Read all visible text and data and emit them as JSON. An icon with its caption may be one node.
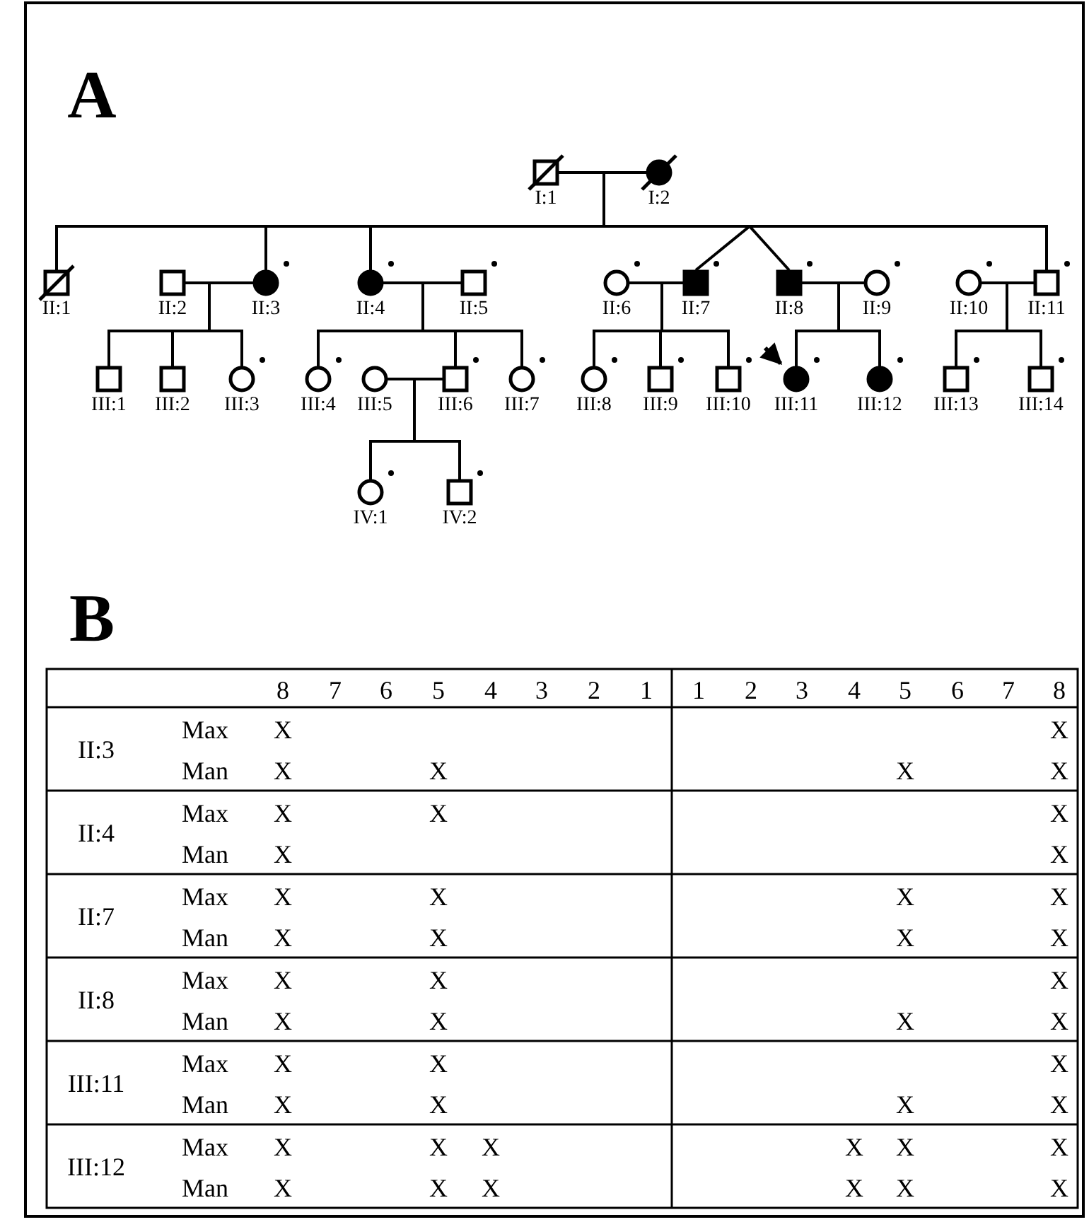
{
  "diagram": {
    "nodes": [
      {
        "text": [
          "I:1"
        ]
      },
      {
        "text": [
          "I:2"
        ]
      },
      {
        "text": [
          "II:1"
        ]
      },
      {
        "text": [
          "II:2"
        ]
      },
      {
        "text": [
          "II:3"
        ]
      },
      {
        "text": [
          "II:4"
        ]
      },
      {
        "text": [
          "II:5"
        ]
      },
      {
        "text": [
          "II:6"
        ]
      },
      {
        "text": [
          "II:7"
        ]
      },
      {
        "text": [
          "II:8"
        ]
      },
      {
        "text": [
          "II:9"
        ]
      },
      {
        "text": [
          "II:10"
        ]
      },
      {
        "text": [
          "II:11"
        ]
      },
      {
        "text": [
          "III:1"
        ]
      },
      {
        "text": [
          "III:2"
        ]
      },
      {
        "text": [
          "III:3"
        ]
      },
      {
        "text": [
          "III:4"
        ]
      },
      {
        "text": [
          "III:5"
        ]
      },
      {
        "text": [
          "III:6"
        ]
      },
      {
        "text": [
          "III:7"
        ]
      },
      {
        "text": [
          "III:8"
        ]
      },
      {
        "text": [
          "III:9"
        ]
      },
      {
        "text": [
          "III:10"
        ]
      },
      {
        "text": [
          "III:11"
        ]
      },
      {
        "text": [
          "III:12"
        ]
      },
      {
        "text": [
          "III:13"
        ]
      },
      {
        "text": [
          "III:14"
        ]
      },
      {
        "text": [
          "IV:1"
        ]
      },
      {
        "text": [
          "IV:2"
        ]
      }
    ],
    "edges": [
      {
        "from": 0,
        "to": 1,
        "arrow": "none"
      },
      {
        "from": 0,
        "to": 2,
        "arrow": "none"
      },
      {
        "from": 1,
        "to": 2,
        "arrow": "none"
      },
      {
        "from": 0,
        "to": 4,
        "arrow": "none"
      },
      {
        "from": 1,
        "to": 4,
        "arrow": "none"
      },
      {
        "from": 0,
        "to": 5,
        "arrow": "none"
      },
      {
        "from": 1,
        "to": 5,
        "arrow": "none"
      },
      {
        "from": 0,
        "to": 8,
        "arrow": "none"
      },
      {
        "from": 1,
        "to": 8,
        "arrow": "none"
      },
      {
        "from": 0,
        "to": 9,
        "arrow": "none"
      },
      {
        "from": 1,
        "to": 9,
        "arrow": "none"
      },
      {
        "from": 0,
        "to": 12,
        "arrow": "none"
      },
      {
        "from": 1,
        "to": 12,
        "arrow": "none"
      },
      {
        "from": 3,
        "to": 4,
        "arrow": "none"
      },
      {
        "from": 3,
        "to": 13,
        "arrow": "none"
      },
      {
        "from": 4,
        "to": 13,
        "arrow": "none"
      },
      {
        "from": 3,
        "to": 14,
        "arrow": "none"
      },
      {
        "from": 4,
        "to": 14,
        "arrow": "none"
      },
      {
        "from": 3,
        "to": 15,
        "arrow": "none"
      },
      {
        "from": 4,
        "to": 15,
        "arrow": "none"
      },
      {
        "from": 5,
        "to": 6,
        "arrow": "none"
      },
      {
        "from": 5,
        "to": 16,
        "arrow": "none"
      },
      {
        "from": 6,
        "to": 16,
        "arrow": "none"
      },
      {
        "from": 5,
        "to": 18,
        "arrow": "none"
      },
      {
        "from": 6,
        "to": 18,
        "arrow": "none"
      },
      {
        "from": 5,
        "to": 19,
        "arrow": "none"
      },
      {
        "from": 6,
        "to": 19,
        "arrow": "none"
      },
      {
        "from": 7,
        "to": 8,
        "arrow": "none"
      },
      {
        "from": 7,
        "to": 20,
        "arrow": "none"
      },
      {
        "from": 8,
        "to": 20,
        "arrow": "none"
      },
      {
        "from": 7,
        "to": 21,
        "arrow": "none"
      },
      {
        "from": 8,
        "to": 21,
        "arrow": "none"
      },
      {
        "from": 7,
        "to": 22,
        "arrow": "none"
      },
      {
        "from": 8,
        "to": 22,
        "arrow": "none"
      },
      {
        "from": 9,
        "to": 10,
        "arrow": "none"
      },
      {
        "from": 9,
        "to": 23,
        "arrow": "none"
      },
      {
        "from": 10,
        "to": 23,
        "arrow": "none"
      },
      {
        "from": 9,
        "to": 24,
        "arrow": "none"
      },
      {
        "from": 10,
        "to": 24,
        "arrow": "none"
      },
      {
        "from": 11,
        "to": 12,
        "arrow": "none"
      },
      {
        "from": 11,
        "to": 25,
        "arrow": "none"
      },
      {
        "from": 12,
        "to": 25,
        "arrow": "none"
      },
      {
        "from": 11,
        "to": 26,
        "arrow": "none"
      },
      {
        "from": 12,
        "to": 26,
        "arrow": "none"
      },
      {
        "from": 17,
        "to": 18,
        "arrow": "none"
      },
      {
        "from": 17,
        "to": 27,
        "arrow": "none"
      },
      {
        "from": 18,
        "to": 27,
        "arrow": "none"
      },
      {
        "from": 17,
        "to": 28,
        "arrow": "none"
      },
      {
        "from": 18,
        "to": 28,
        "arrow": "none"
      },
      {
        "from": null,
        "to": 23,
        "arrow": "to"
      }
    ],
    "labels": [
      "A",
      "B",
      "8",
      "7",
      "6",
      "5",
      "4",
      "3",
      "2",
      "1",
      "1",
      "2",
      "3",
      "4",
      "5",
      "6",
      "7",
      "8",
      "II:3",
      "Max",
      "X",
      "X",
      "Man",
      "X",
      "X",
      "X",
      "X",
      "II:4",
      "Max",
      "X",
      "X",
      "X",
      "Man",
      "X",
      "X",
      "II:7",
      "Max",
      "X",
      "X",
      "X",
      "X",
      "Man",
      "X",
      "X",
      "X",
      "X",
      "II:8",
      "Max",
      "X",
      "X",
      "X",
      "Man",
      "X",
      "X",
      "X",
      "X",
      "III:11",
      "Max",
      "X",
      "X",
      "X",
      "Man",
      "X",
      "X",
      "X",
      "X",
      "III:12",
      "Max",
      "X",
      "X",
      "X",
      "X",
      "X",
      "X",
      "Man",
      "X",
      "X",
      "X",
      "X",
      "X",
      "X"
    ]
  }
}
